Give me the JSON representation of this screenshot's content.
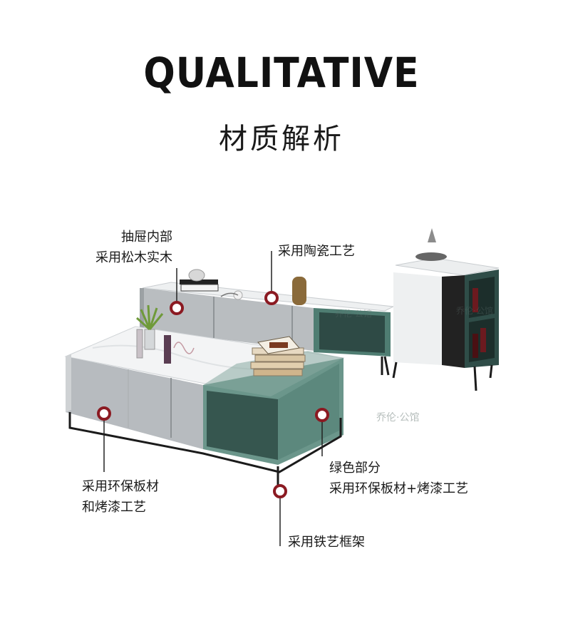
{
  "header": {
    "title_en": "QUALITATIVE",
    "title_cn": "材质解析"
  },
  "callouts": {
    "drawer": {
      "line1": "抽屉内部",
      "line2": "采用松木实木"
    },
    "ceramic": {
      "line1": "采用陶瓷工艺"
    },
    "board": {
      "line1": "采用环保板材",
      "line2": "和烤漆工艺"
    },
    "green": {
      "line1": "绿色部分",
      "line2": "采用环保板材+烤漆工艺"
    },
    "frame": {
      "line1": "采用铁艺框架"
    }
  },
  "watermark": "乔伦·公馆",
  "colors": {
    "marker": "#8b1a22",
    "green_panel": "#5e8b80",
    "dark_green": "#2f4d48",
    "grey_panel": "#b4b8bb",
    "frame": "#1b1b1b"
  }
}
